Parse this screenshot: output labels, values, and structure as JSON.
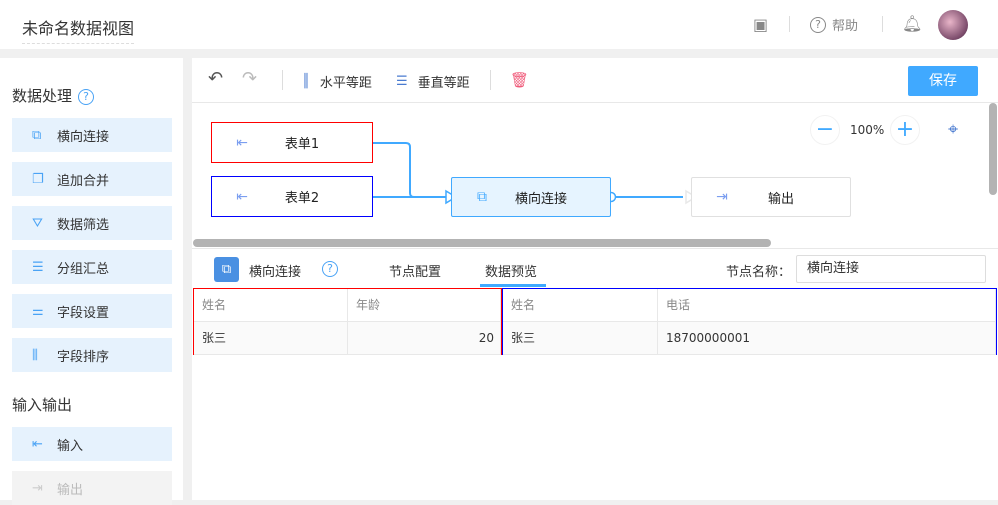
{
  "header": {
    "title": "未命名数据视图",
    "help": "帮助"
  },
  "sidebar": {
    "section1": "数据处理",
    "items": [
      {
        "label": "横向连接",
        "icon": "⧉"
      },
      {
        "label": "追加合并",
        "icon": "❐"
      },
      {
        "label": "数据筛选",
        "icon": "⛛"
      },
      {
        "label": "分组汇总",
        "icon": "☰"
      },
      {
        "label": "字段设置",
        "icon": "⚌"
      },
      {
        "label": "字段排序",
        "icon": "⫼"
      }
    ],
    "section2": "输入输出",
    "io": [
      {
        "label": "输入",
        "icon": "⇤"
      },
      {
        "label": "输出",
        "icon": "⇥"
      }
    ]
  },
  "toolbar": {
    "h_spacing": "水平等距",
    "v_spacing": "垂直等距",
    "save": "保存"
  },
  "canvas": {
    "zoom": "100%",
    "nodes": {
      "form1": "表单1",
      "form2": "表单2",
      "join": "横向连接",
      "output": "输出"
    }
  },
  "panel": {
    "node_type": "横向连接",
    "tabs": [
      "节点配置",
      "数据预览"
    ],
    "node_name_label": "节点名称：",
    "node_name_value": "横向连接"
  },
  "table": {
    "left": {
      "headers": [
        "姓名",
        "年龄"
      ],
      "row": [
        "张三",
        "20"
      ]
    },
    "right": {
      "headers": [
        "姓名",
        "电话"
      ],
      "row": [
        "张三",
        "18700000001"
      ]
    }
  },
  "colors": {
    "accent": "#40a9ff",
    "form1_border": "#ff0000",
    "form2_border": "#0000ff"
  }
}
